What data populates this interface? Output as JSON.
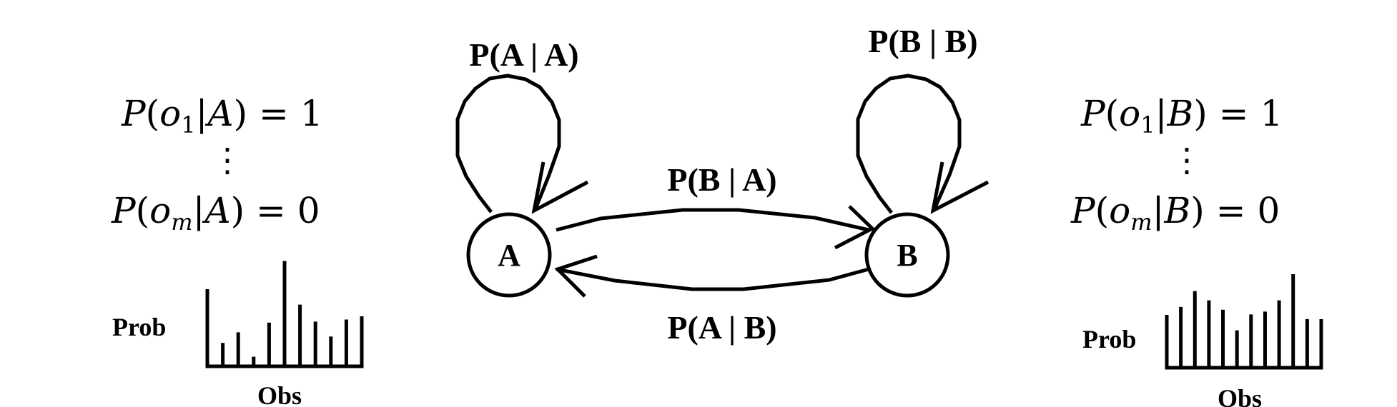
{
  "states": {
    "a": {
      "label": "A"
    },
    "b": {
      "label": "B"
    }
  },
  "transitions": {
    "self_a": "P(A | A)",
    "self_b": "P(B | B)",
    "a_to_b": "P(B | A)",
    "b_to_a": "P(A | B)"
  },
  "emission_a": {
    "first": {
      "prob": "P",
      "obs_letter": "o",
      "obs_index": "1",
      "state": "A",
      "value": "1"
    },
    "ellipsis": "⋮",
    "last": {
      "prob": "P",
      "obs_letter": "o",
      "obs_index": "m",
      "state": "A",
      "value": "0"
    }
  },
  "emission_b": {
    "first": {
      "prob": "P",
      "obs_letter": "o",
      "obs_index": "1",
      "state": "B",
      "value": "1"
    },
    "ellipsis": "⋮",
    "last": {
      "prob": "P",
      "obs_letter": "o",
      "obs_index": "m",
      "state": "B",
      "value": "0"
    }
  },
  "histogram_a": {
    "ylabel": "Prob",
    "xlabel": "Obs",
    "values": [
      0.22,
      0.32,
      0.09,
      0.41,
      0.99,
      0.58,
      0.42,
      0.28,
      0.44
    ]
  },
  "histogram_b": {
    "ylabel": "Prob",
    "xlabel": "Obs",
    "values": [
      0.65,
      0.82,
      0.72,
      0.62,
      0.4,
      0.57,
      0.6,
      0.72,
      1.0,
      0.52
    ]
  },
  "colors": {
    "stroke": "#000000",
    "background": "#ffffff"
  }
}
